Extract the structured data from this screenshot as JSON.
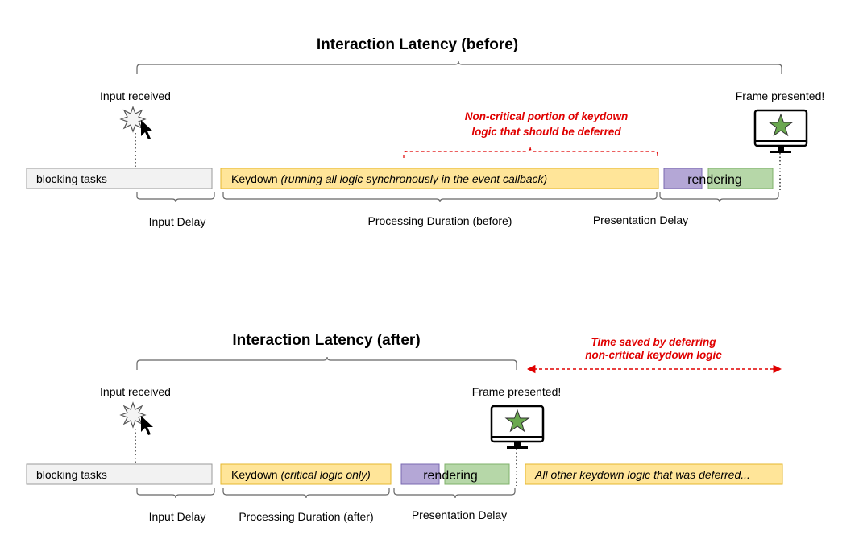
{
  "before": {
    "title": "Interaction Latency (before)",
    "input_received": "Input received",
    "frame_presented": "Frame presented!",
    "note_line1": "Non-critical portion of keydown",
    "note_line2": "logic that should be deferred",
    "blocking_tasks": "blocking tasks",
    "keydown_label": "Keydown",
    "keydown_detail": "(running all logic synchronously in the event callback)",
    "rendering": "rendering",
    "input_delay": "Input Delay",
    "processing_duration": "Processing Duration (before)",
    "presentation_delay": "Presentation Delay"
  },
  "after": {
    "title": "Interaction Latency (after)",
    "time_saved_line1": "Time saved by deferring",
    "time_saved_line2": "non-critical keydown logic",
    "input_received": "Input received",
    "frame_presented": "Frame presented!",
    "blocking_tasks": "blocking tasks",
    "keydown_label": "Keydown",
    "keydown_detail": "(critical logic only)",
    "rendering": "rendering",
    "deferred_logic": "All other keydown logic that was deferred...",
    "input_delay": "Input Delay",
    "processing_duration": "Processing Duration (after)",
    "presentation_delay": "Presentation Delay"
  },
  "colors": {
    "blocking_fill": "#f2f2f2",
    "blocking_stroke": "#999999",
    "keydown_fill": "#ffe599",
    "keydown_stroke": "#e6b72e",
    "rendering_purple_fill": "#b4a7d6",
    "rendering_purple_stroke": "#7a68b0",
    "rendering_green_fill": "#b6d7a8",
    "rendering_green_stroke": "#7fb06a",
    "note_red": "#e00000",
    "bracket": "#666666",
    "star": "#6aa84f"
  },
  "icons": [
    "burst-cursor-icon",
    "monitor-star-icon"
  ]
}
